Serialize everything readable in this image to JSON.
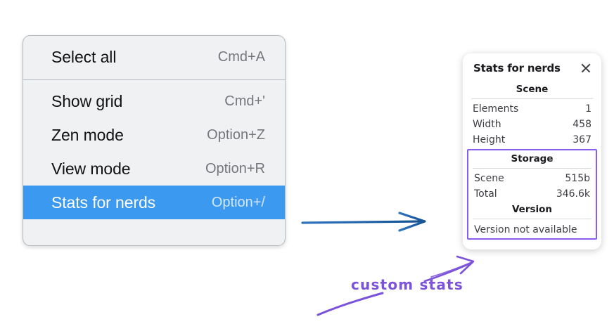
{
  "context_menu": {
    "groups": [
      {
        "items": [
          {
            "label": "Select all",
            "shortcut": "Cmd+A",
            "selected": false
          }
        ]
      },
      {
        "items": [
          {
            "label": "Show grid",
            "shortcut": "Cmd+'",
            "selected": false
          },
          {
            "label": "Zen mode",
            "shortcut": "Option+Z",
            "selected": false
          },
          {
            "label": "View mode",
            "shortcut": "Option+R",
            "selected": false
          },
          {
            "label": "Stats for nerds",
            "shortcut": "Option+/",
            "selected": true
          }
        ]
      }
    ],
    "highlight_color": "#3b99ef"
  },
  "stats_panel": {
    "title": "Stats for nerds",
    "close_icon": "close-icon",
    "scene": {
      "heading": "Scene",
      "rows": [
        {
          "label": "Elements",
          "value": "1"
        },
        {
          "label": "Width",
          "value": "458"
        },
        {
          "label": "Height",
          "value": "367"
        }
      ]
    },
    "storage": {
      "heading": "Storage",
      "rows": [
        {
          "label": "Scene",
          "value": "515b"
        },
        {
          "label": "Total",
          "value": "346.6k"
        }
      ]
    },
    "version": {
      "heading": "Version",
      "text": "Version not available"
    },
    "highlight_color": "#8a5cf0"
  },
  "annotations": {
    "custom_stats_label": "custom stats",
    "label_color": "#7b52d9",
    "blue_arrow_color": "#1f5fa9"
  }
}
